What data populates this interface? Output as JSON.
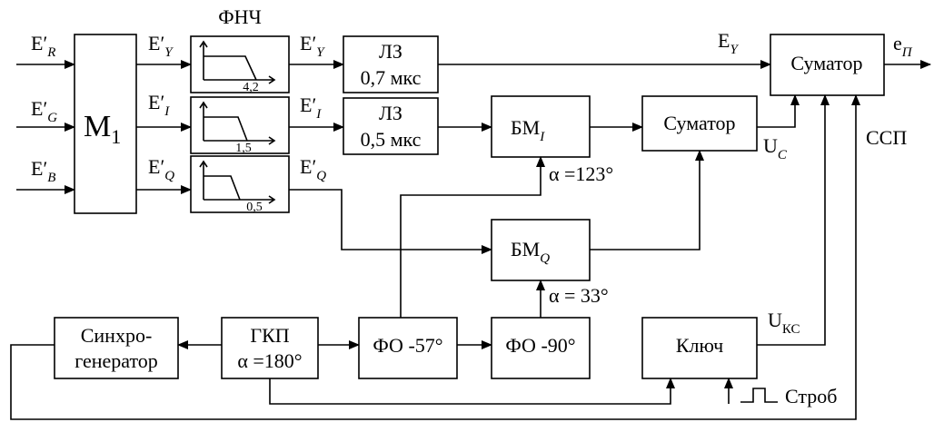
{
  "title": "ФНЧ",
  "inputs": {
    "r": {
      "base": "E′",
      "sub": "R"
    },
    "g": {
      "base": "E′",
      "sub": "G"
    },
    "b": {
      "base": "E′",
      "sub": "B"
    }
  },
  "matrix": {
    "base": "M",
    "sub": "1"
  },
  "matrix_outputs": {
    "y": {
      "base": "E′",
      "sub": "Y"
    },
    "i": {
      "base": "E′",
      "sub": "I"
    },
    "q": {
      "base": "E′",
      "sub": "Q"
    }
  },
  "filters": {
    "cutoffs": [
      "4,2",
      "1,5",
      "0,5"
    ]
  },
  "filter_outputs": {
    "y": {
      "base": "E′",
      "sub": "Y"
    },
    "i": {
      "base": "E′",
      "sub": "I"
    },
    "q": {
      "base": "E′",
      "sub": "Q"
    }
  },
  "delay_lines": [
    {
      "line1": "ЛЗ",
      "line2": "0,7 мкс"
    },
    {
      "line1": "ЛЗ",
      "line2": "0,5 мкс"
    }
  ],
  "balanced_modulators": {
    "i": {
      "base": "БМ",
      "sub": "I",
      "phase": "α =123°"
    },
    "q": {
      "base": "БМ",
      "sub": "Q",
      "phase": "α = 33°"
    }
  },
  "adders": {
    "inner": "Суматор",
    "outer": "Суматор"
  },
  "signals": {
    "ey": {
      "base": "E",
      "sub": "Y"
    },
    "uc": {
      "base": "U",
      "sub": "C"
    },
    "output": {
      "base": "e",
      "sub": "П"
    },
    "ssp": "ССП",
    "ukc": {
      "base": "U",
      "sub": "КС"
    }
  },
  "sync_generator": {
    "line1": "Синхро-",
    "line2": "генератор"
  },
  "subcarrier_generator": {
    "line1": "ГКП",
    "line2": "α =180°"
  },
  "phase_shifters": {
    "first": "ФО -57°",
    "second": "ФО -90°"
  },
  "key": "Ключ",
  "strobe": "Строб"
}
